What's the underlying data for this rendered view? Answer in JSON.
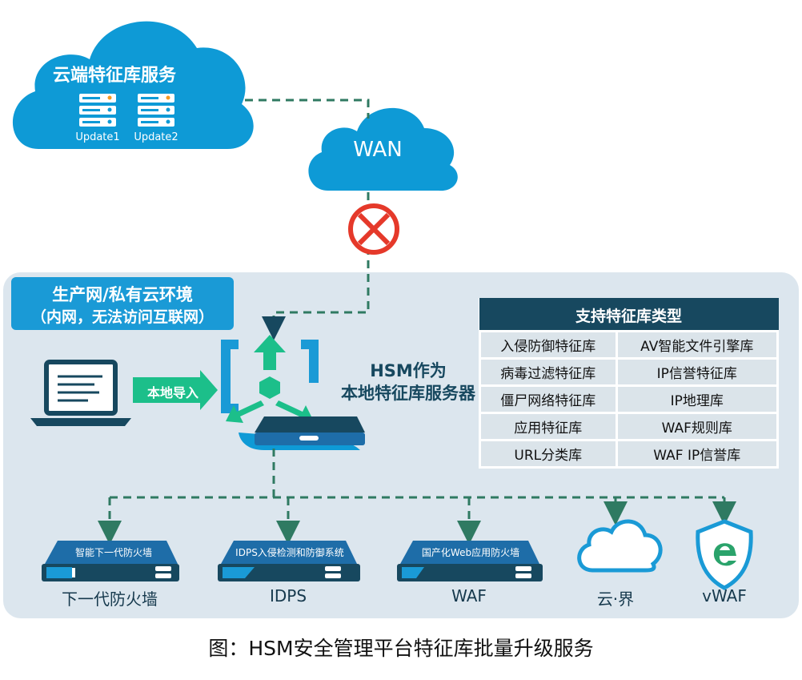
{
  "cloud": {
    "title": "云端特征库服务",
    "servers": [
      "Update1",
      "Update2"
    ]
  },
  "wan": {
    "label": "WAN"
  },
  "environment": {
    "line1": "生产网/私有云环境",
    "line2": "（内网，无法访问互联网）"
  },
  "import_label": "本地导入",
  "hsm": {
    "line1": "HSM作为",
    "line2": "本地特征库服务器"
  },
  "library": {
    "title": "支持特征库类型",
    "rows": [
      [
        "入侵防御特征库",
        "AV智能文件引擎库"
      ],
      [
        "病毒过滤特征库",
        "IP信誉特征库"
      ],
      [
        "僵尸网络特征库",
        "IP地理库"
      ],
      [
        "应用特征库",
        "WAF规则库"
      ],
      [
        "URL分类库",
        "WAF IP信誉库"
      ]
    ]
  },
  "devices": {
    "ngfw": {
      "face": "智能下一代防火墙",
      "caption": "下一代防火墙"
    },
    "idps": {
      "face": "IDPS入侵检测和防御系统",
      "caption": "IDPS"
    },
    "waf": {
      "face": "国产化Web应用防火墙",
      "caption": "WAF"
    },
    "cloud": {
      "caption": "云·界"
    },
    "vwaf": {
      "caption": "vWAF"
    }
  },
  "caption": "图：HSM安全管理平台特征库批量升级服务",
  "colors": {
    "cloud": "#0e9ad6",
    "panel": "#dce6ee",
    "dark": "#17485f",
    "dashed": "#2f7a62",
    "accent": "#1cbf8a"
  }
}
